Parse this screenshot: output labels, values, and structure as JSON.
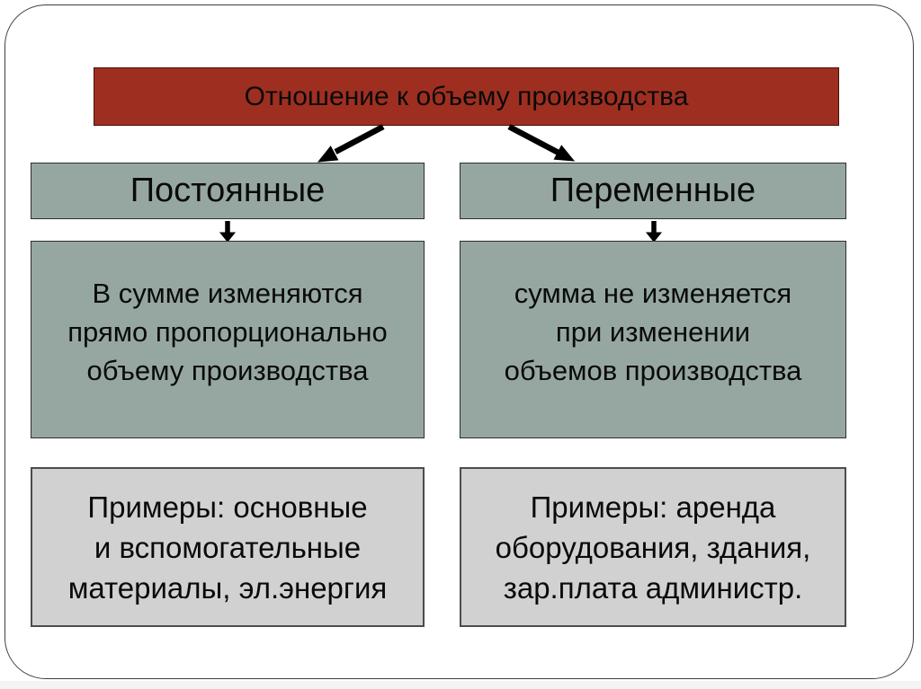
{
  "slide": {
    "background": "#ffffff",
    "frame_border_color": "#3f3f3f",
    "text_color": "#0a0a0a"
  },
  "diagram": {
    "root": {
      "label": "Отношение к объему производства",
      "fill": "#9E2F20"
    },
    "node_fill": "#96A7A1",
    "example_fill": "#D1D1D1",
    "arrow_color": "#000000",
    "branches": [
      {
        "id": "left",
        "header": "Постоянные",
        "description": "В сумме изменяются\nпрямо пропорционально\nобъему производства",
        "examples": "Примеры: основные\nи вспомогательные\nматериалы, эл.энергия"
      },
      {
        "id": "right",
        "header": "Переменные",
        "description": "сумма не изменяется\nпри изменении\nобъемов производства",
        "examples": "Примеры: аренда\nоборудования, здания,\nзар.плата администр."
      }
    ]
  }
}
